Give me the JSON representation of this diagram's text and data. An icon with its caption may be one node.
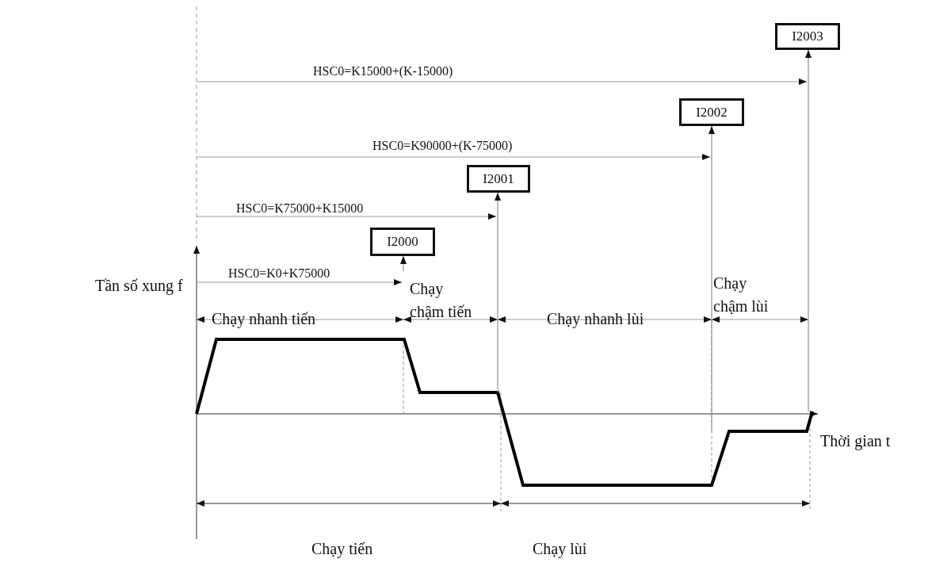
{
  "diagram": {
    "nodes": [
      {
        "text": [
          "I2000"
        ]
      },
      {
        "text": [
          "I2001"
        ]
      },
      {
        "text": [
          "I2002"
        ]
      },
      {
        "text": [
          "I2003"
        ]
      }
    ],
    "edges": [
      {
        "from": null,
        "to": 0,
        "arrow": "to"
      },
      {
        "from": null,
        "to": 1,
        "arrow": "to"
      },
      {
        "from": null,
        "to": 2,
        "arrow": "to"
      },
      {
        "from": null,
        "to": 3,
        "arrow": "to"
      }
    ],
    "labels": [
      "HSC0=K15000+(K-15000)",
      "HSC0=K90000+(K-75000)",
      "HSC0=K75000+K15000",
      "HSC0=K0+K75000",
      "Tần số xung f",
      "Chạy nhanh tiến",
      "Chạy chậm tiến",
      "Chạy nhanh lùi",
      "Chạy chậm lùi",
      "Thời gian t",
      "Chạy tiến",
      "Chạy lùi"
    ]
  }
}
